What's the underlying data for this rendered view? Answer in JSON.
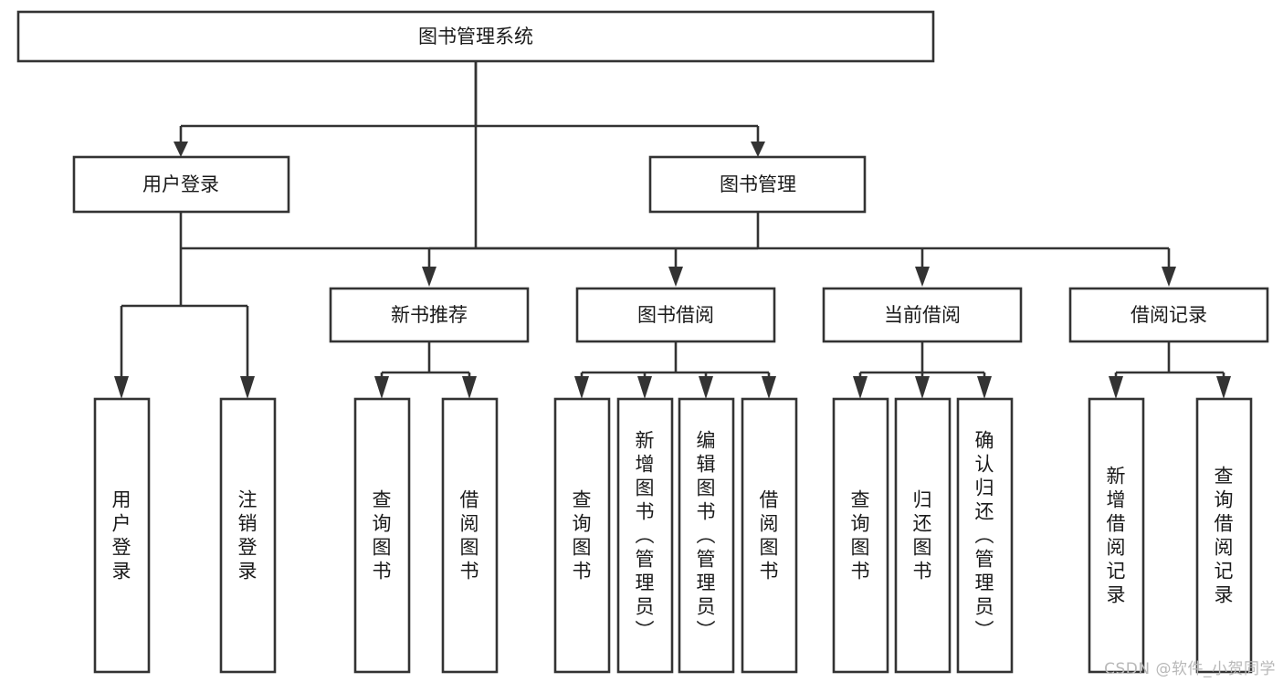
{
  "diagram": {
    "type": "tree-hierarchy-chart",
    "title": "图书管理系统",
    "orientation": "top-down",
    "colors": {
      "box_stroke": "#333333",
      "box_fill": "#ffffff",
      "text": "#1a1a1a",
      "background": "#ffffff",
      "watermark": "#b8b8b8"
    },
    "root": {
      "label": "图书管理系统"
    },
    "level2": [
      {
        "label": "用户登录"
      },
      {
        "label": "图书管理"
      }
    ],
    "level3": [
      {
        "label": "新书推荐"
      },
      {
        "label": "图书借阅"
      },
      {
        "label": "当前借阅"
      },
      {
        "label": "借阅记录"
      }
    ],
    "leaves": {
      "user_login": [
        {
          "label": "用户登录"
        },
        {
          "label": "注销登录"
        }
      ],
      "new_book_recommend": [
        {
          "label": "查询图书"
        },
        {
          "label": "借阅图书"
        }
      ],
      "book_borrow": [
        {
          "label": "查询图书"
        },
        {
          "label": "新增图书（管理员）"
        },
        {
          "label": "编辑图书（管理员）"
        },
        {
          "label": "借阅图书"
        }
      ],
      "current_borrow": [
        {
          "label": "查询图书"
        },
        {
          "label": "归还图书"
        },
        {
          "label": "确认归还（管理员）"
        }
      ],
      "borrow_record": [
        {
          "label": "新增借阅记录"
        },
        {
          "label": "查询借阅记录"
        }
      ]
    }
  },
  "watermark": {
    "text": "CSDN @软件_小贺同学"
  }
}
